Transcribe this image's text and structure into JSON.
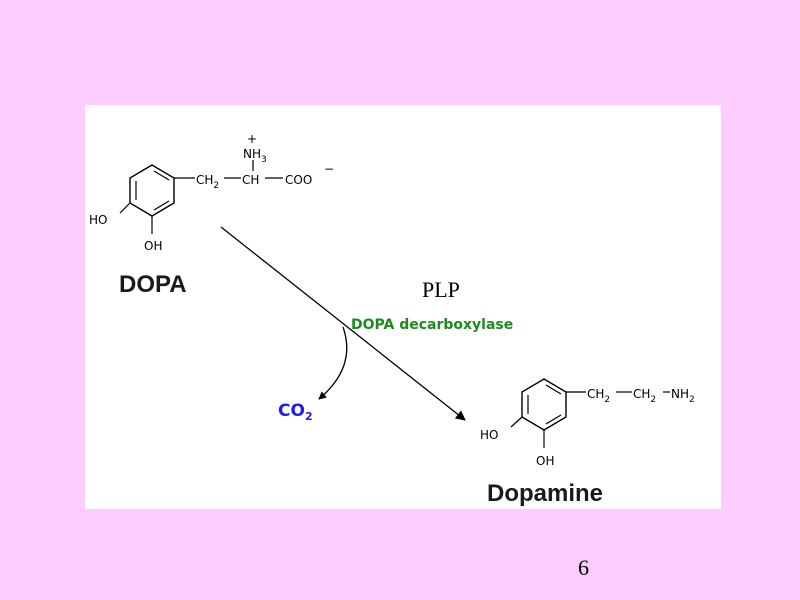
{
  "reactant": {
    "name": "DOPA",
    "amino_group": "NH",
    "amino_subscript": "3",
    "charge_plus": "+",
    "chain_ch2": "CH",
    "chain_ch2_subscript": "2",
    "chain_ch": "CH",
    "carboxylate": "COO",
    "charge_minus": "−",
    "ring_substituent_1": "HO",
    "ring_substituent_2": "OH"
  },
  "product": {
    "name": "Dopamine",
    "chain_1": "CH",
    "chain_1_subscript": "2",
    "chain_2": "CH",
    "chain_2_subscript": "2",
    "amine": "NH",
    "amine_subscript": "2",
    "ring_substituent_1": "HO",
    "ring_substituent_2": "OH"
  },
  "reaction": {
    "cofactor": "PLP",
    "enzyme": "DOPA decarboxylase",
    "byproduct": "CO",
    "byproduct_subscript": "2"
  },
  "slide": {
    "page_number": "6"
  },
  "colors": {
    "background": "#ffccff",
    "enzyme_text": "#1e8a1e",
    "byproduct_text": "#1f1fe6"
  }
}
